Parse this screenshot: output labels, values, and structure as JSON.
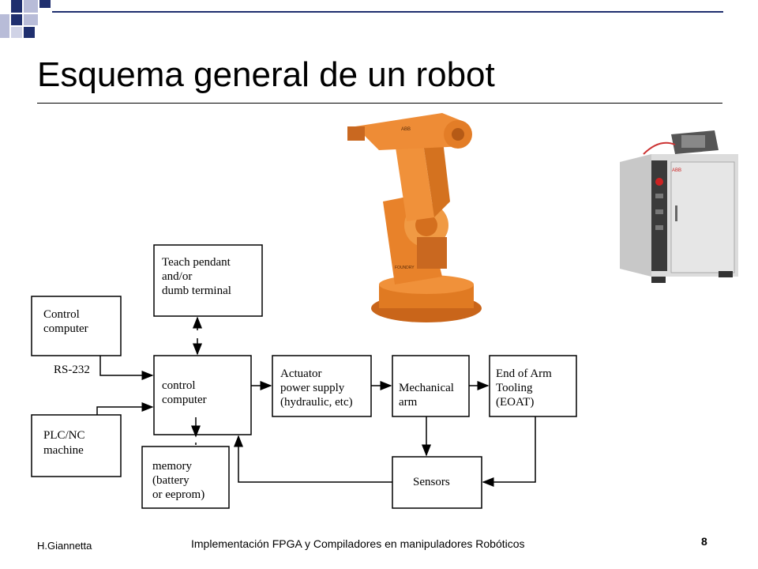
{
  "slide": {
    "title": "Esquema general de un robot",
    "accent_color": "#1f2f6e",
    "accent_light": "#b8bcd8"
  },
  "diagram": {
    "boxes": {
      "teach": [
        "Teach pendant",
        "and/or",
        "dumb terminal"
      ],
      "control_pc": [
        "Control",
        "computer"
      ],
      "control_comp": [
        "control",
        "computer"
      ],
      "actuator": [
        "Actuator",
        "power supply",
        "(hydraulic, etc)"
      ],
      "mech": [
        "Mechanical",
        "arm"
      ],
      "eoat": [
        "End of Arm",
        "Tooling",
        "(EOAT)"
      ],
      "plc": [
        "PLC/NC",
        "machine"
      ],
      "memory": [
        "memory",
        "(battery",
        "or eeprom)"
      ],
      "sensors": [
        "Sensors"
      ]
    },
    "rs232": "RS-232"
  },
  "images": {
    "robot_brand": "ABB",
    "robot_base_label": "FOUNDRY",
    "cabinet_brand": "ABB"
  },
  "footer": {
    "author": "H.Giannetta",
    "course": "Implementación FPGA y Compiladores en manipuladores Robóticos",
    "page": "8"
  }
}
